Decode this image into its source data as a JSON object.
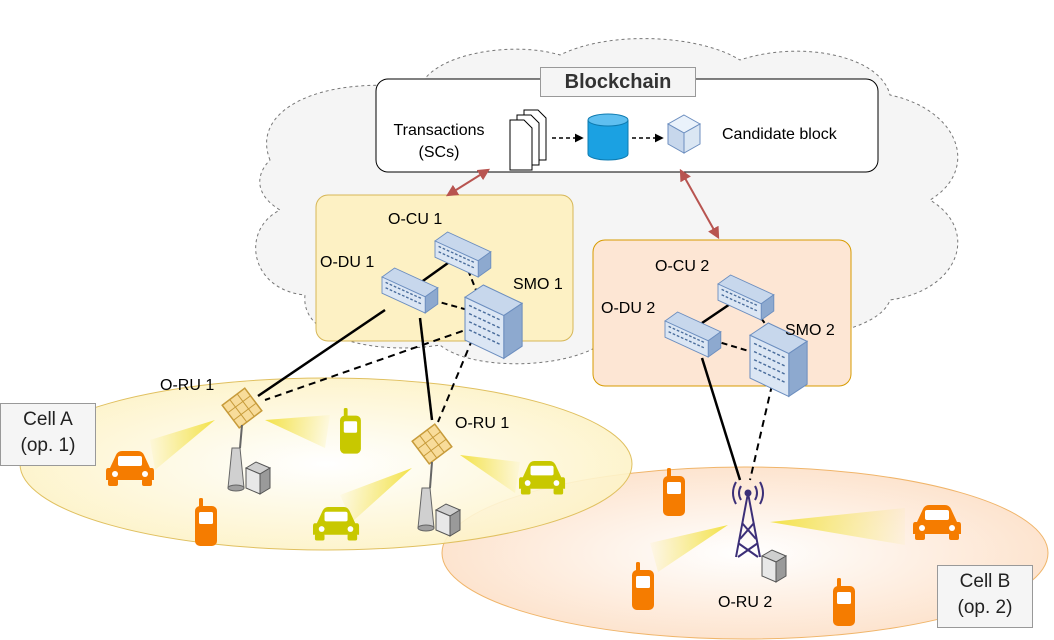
{
  "blockchain": {
    "title": "Blockchain",
    "transactions_label": "Transactions\n(SCs)",
    "candidate_label": "Candidate block"
  },
  "operator1": {
    "ocu": "O-CU 1",
    "odu": "O-DU 1",
    "smo": "SMO 1",
    "oru_a": "O-RU 1",
    "oru_b": "O-RU 1"
  },
  "operator2": {
    "ocu": "O-CU 2",
    "odu": "O-DU 2",
    "smo": "SMO 2",
    "oru": "O-RU 2"
  },
  "cells": {
    "cell_a": "Cell A\n(op. 1)",
    "cell_b": "Cell B\n(op. 2)"
  },
  "colors": {
    "operator1_accent": "#c8c800",
    "operator2_accent": "#f57c00",
    "link_arrow": "#b85450",
    "beam": "#f0e050",
    "server": "#6c8ebf"
  }
}
